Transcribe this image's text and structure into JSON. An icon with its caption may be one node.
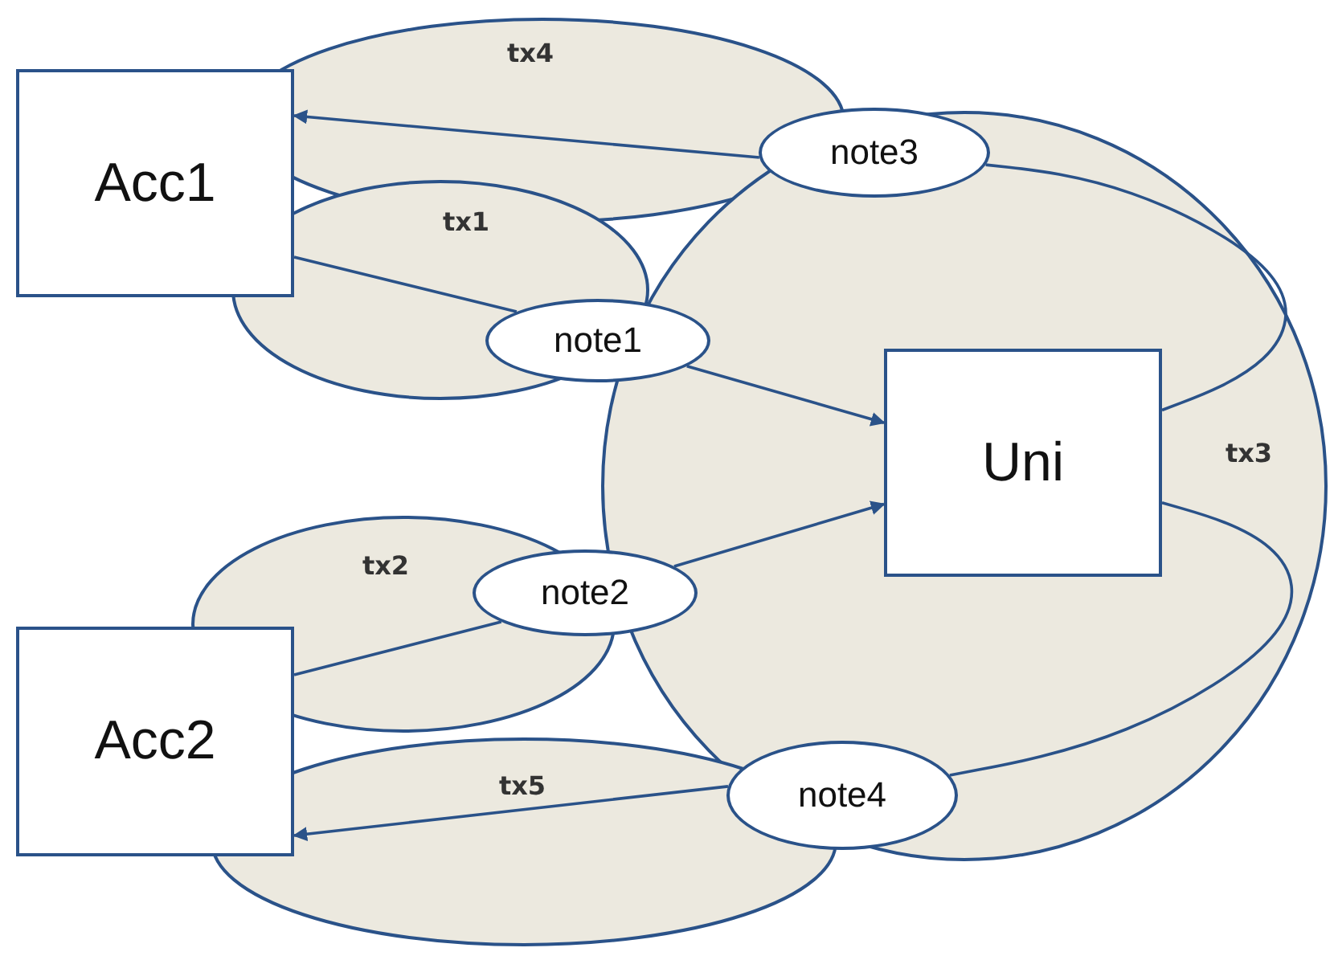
{
  "diagram": {
    "nodes": [
      {
        "text": [
          "Acc1"
        ]
      },
      {
        "text": [
          "note3"
        ]
      },
      {
        "text": [
          "note1"
        ]
      },
      {
        "text": [
          "Uni"
        ]
      },
      {
        "text": [
          "note2"
        ]
      },
      {
        "text": [
          "Acc2"
        ]
      },
      {
        "text": [
          "note4"
        ]
      }
    ],
    "edges": [
      {
        "from": 1,
        "to": 0,
        "arrow": "to"
      },
      {
        "from": 0,
        "to": 2,
        "arrow": "none"
      },
      {
        "from": 2,
        "to": 3,
        "arrow": "to"
      },
      {
        "from": 1,
        "to": 3,
        "arrow": "none"
      },
      {
        "from": 5,
        "to": 4,
        "arrow": "none"
      },
      {
        "from": 4,
        "to": 3,
        "arrow": "to"
      },
      {
        "from": 6,
        "to": 5,
        "arrow": "to"
      },
      {
        "from": 6,
        "to": 3,
        "arrow": "none"
      }
    ],
    "labels": [
      "tx4",
      "tx1",
      "tx3",
      "tx2",
      "tx5"
    ]
  }
}
